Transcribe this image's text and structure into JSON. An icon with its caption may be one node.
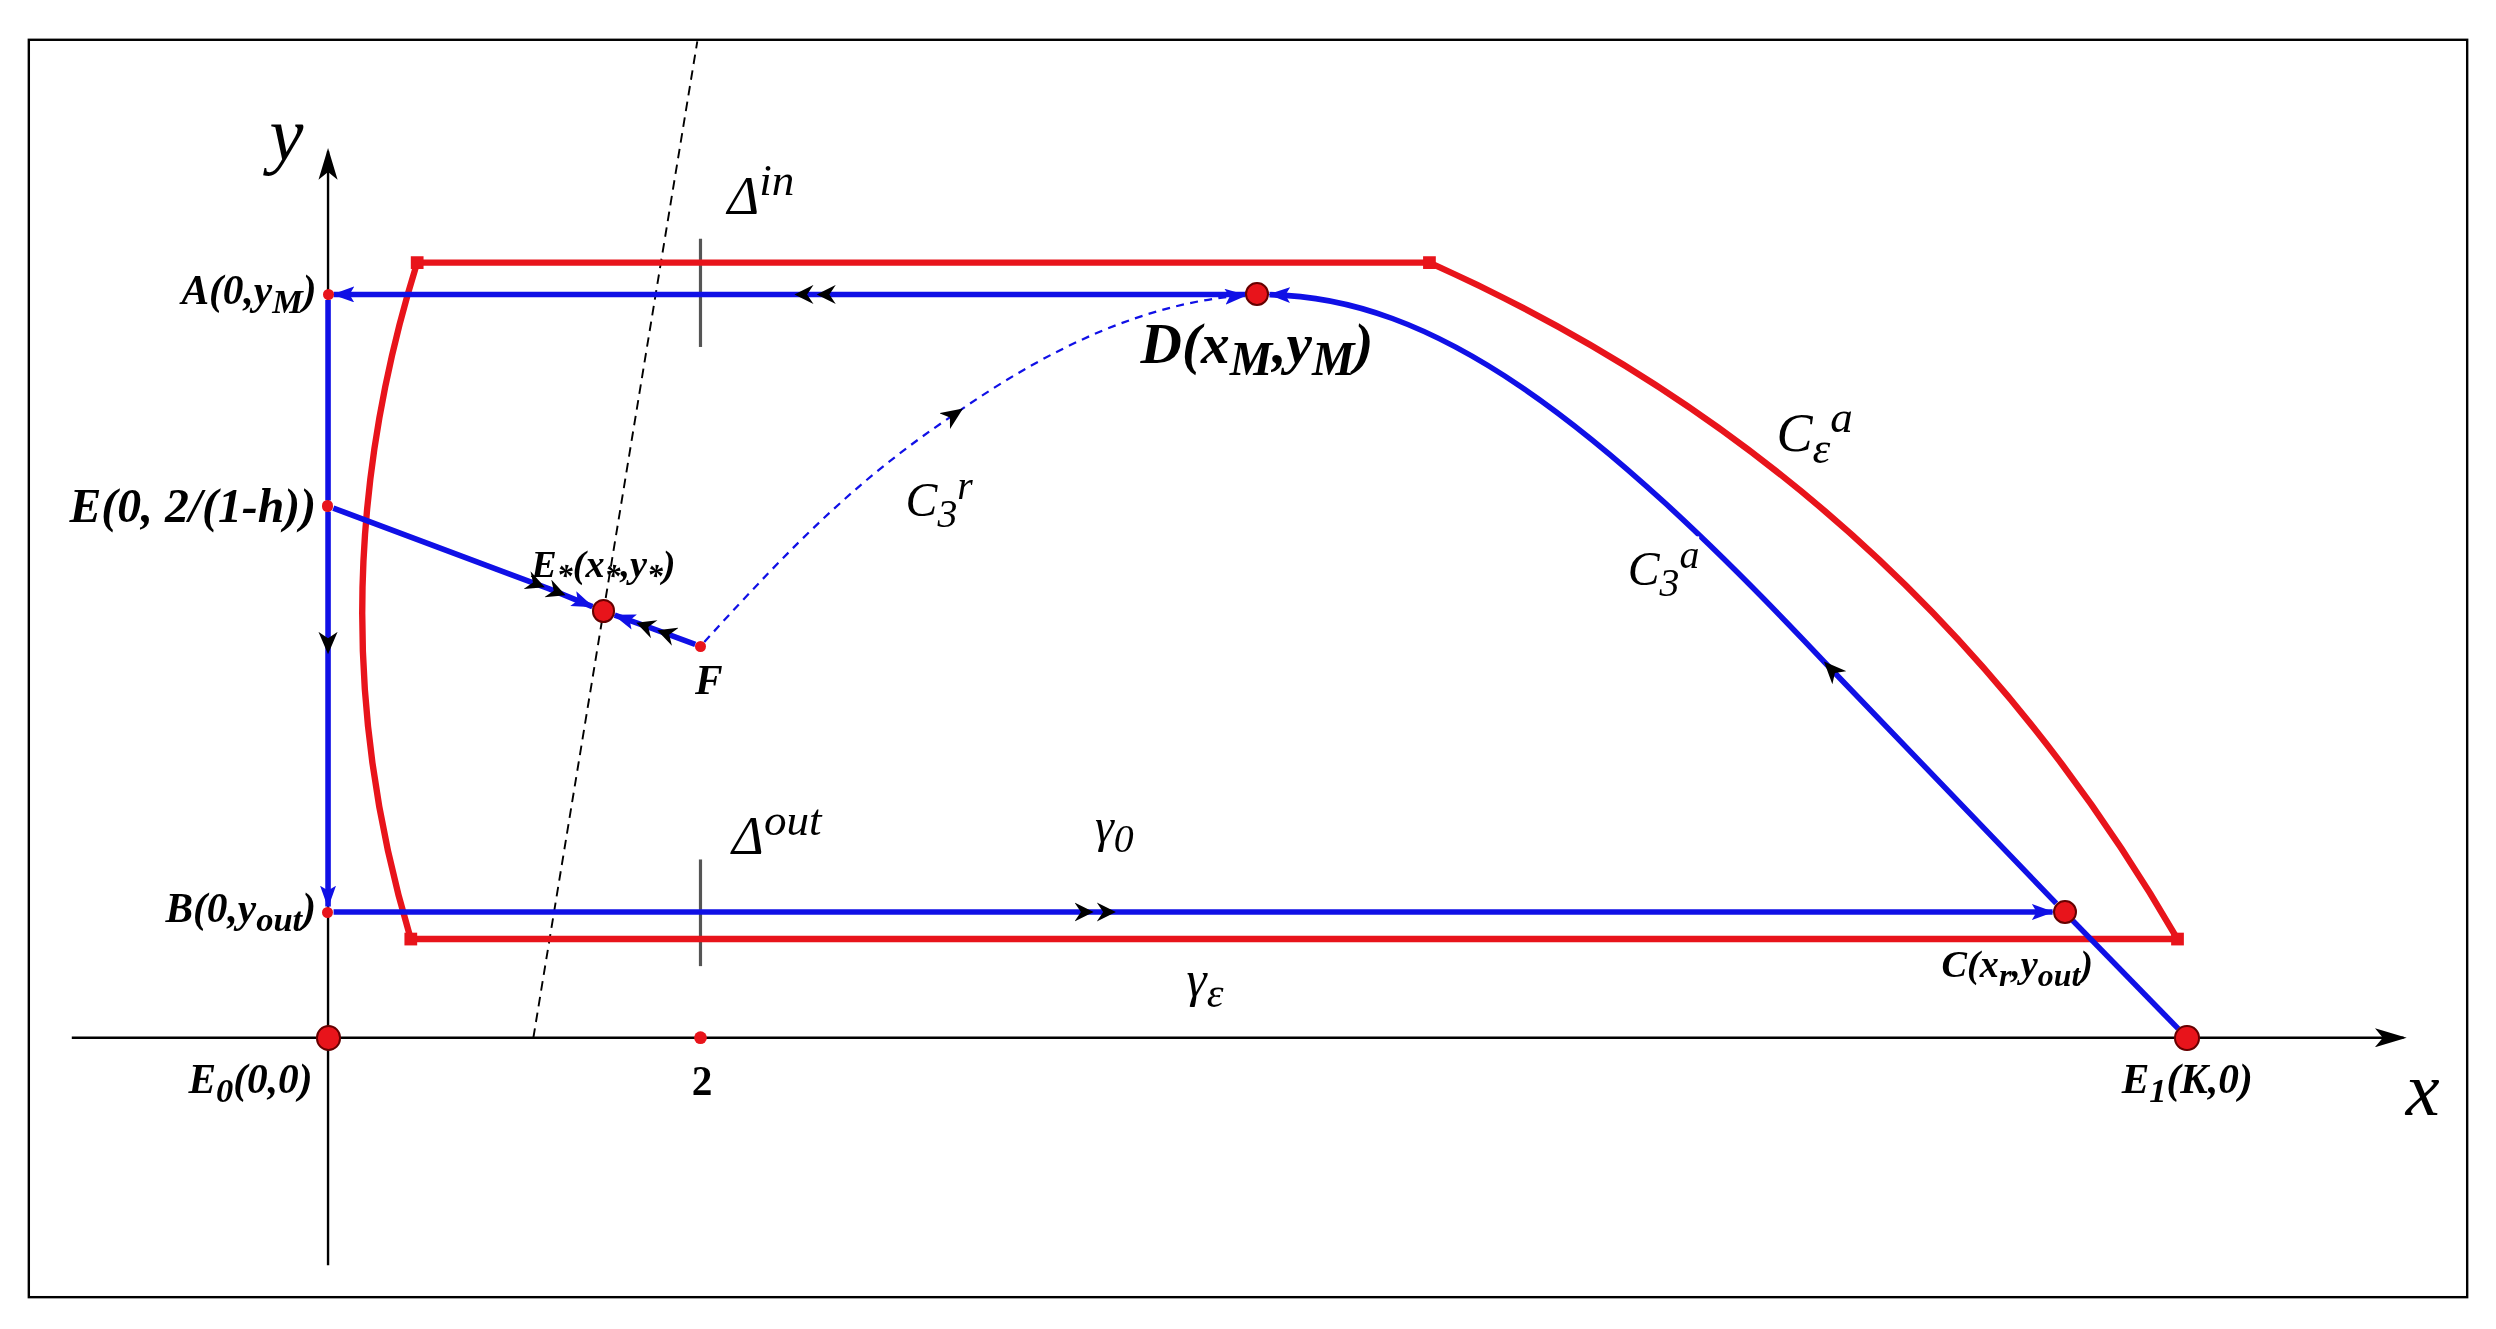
{
  "diagram": {
    "nodes": [
      {
        "text": [
          "A(0,y$_{M}$)"
        ]
      },
      {
        "text": [
          "E(0, 2/(1-h))"
        ]
      },
      {
        "text": [
          "B(0,y$_{out}$)"
        ]
      },
      {
        "text": [
          "E$_{0}$(0,0)"
        ]
      },
      {
        "text": [
          "E$_{*}$(x$_{*}$,y$_{*}$)"
        ]
      },
      {
        "text": [
          "F"
        ]
      },
      {
        "text": [
          "D(x$_{M}$,y$_{M}$)"
        ]
      },
      {
        "text": [
          "C(x$_{r}$,y$_{out}$)"
        ]
      },
      {
        "text": [
          "E$_{1}$(K,0)"
        ]
      }
    ],
    "edges": [
      {
        "from": 6,
        "to": 0,
        "arrow": "to"
      },
      {
        "from": 0,
        "to": 1,
        "arrow": "none"
      },
      {
        "from": 1,
        "to": 2,
        "arrow": "to"
      },
      {
        "from": 2,
        "to": 7,
        "arrow": "to",
        "label": "γ$_{0}$"
      },
      {
        "from": 7,
        "to": 6,
        "arrow": "to",
        "label": "C$_{3}$$^{a}$"
      },
      {
        "from": 7,
        "to": 8,
        "arrow": "none"
      },
      {
        "from": 1,
        "to": 4,
        "arrow": "to"
      },
      {
        "from": 5,
        "to": 4,
        "arrow": "to"
      },
      {
        "from": 5,
        "to": 6,
        "arrow": "to",
        "style": "dashed",
        "label": "C$_{3}$$^{r}$"
      }
    ],
    "labels": [
      "y",
      "Δ$^{in}$",
      "C$_{ε}$$^{a}$",
      "Δ$^{out}$",
      "γ$_{ε}$",
      "2",
      "x"
    ]
  }
}
